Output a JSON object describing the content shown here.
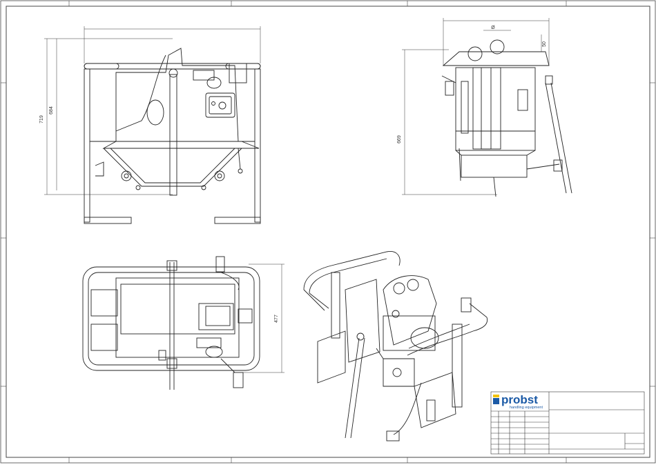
{
  "dimensions": {
    "front_width": "719",
    "front_height": "684",
    "side_height": "669",
    "top_height": "477",
    "side_top_a": "Ø",
    "side_top_b": "50"
  },
  "title_block": {
    "logo_brand": "probst",
    "logo_tagline": "handling equipment",
    "brand_color": "#1b5aa6",
    "logo_accent_color": "#f2c200"
  }
}
